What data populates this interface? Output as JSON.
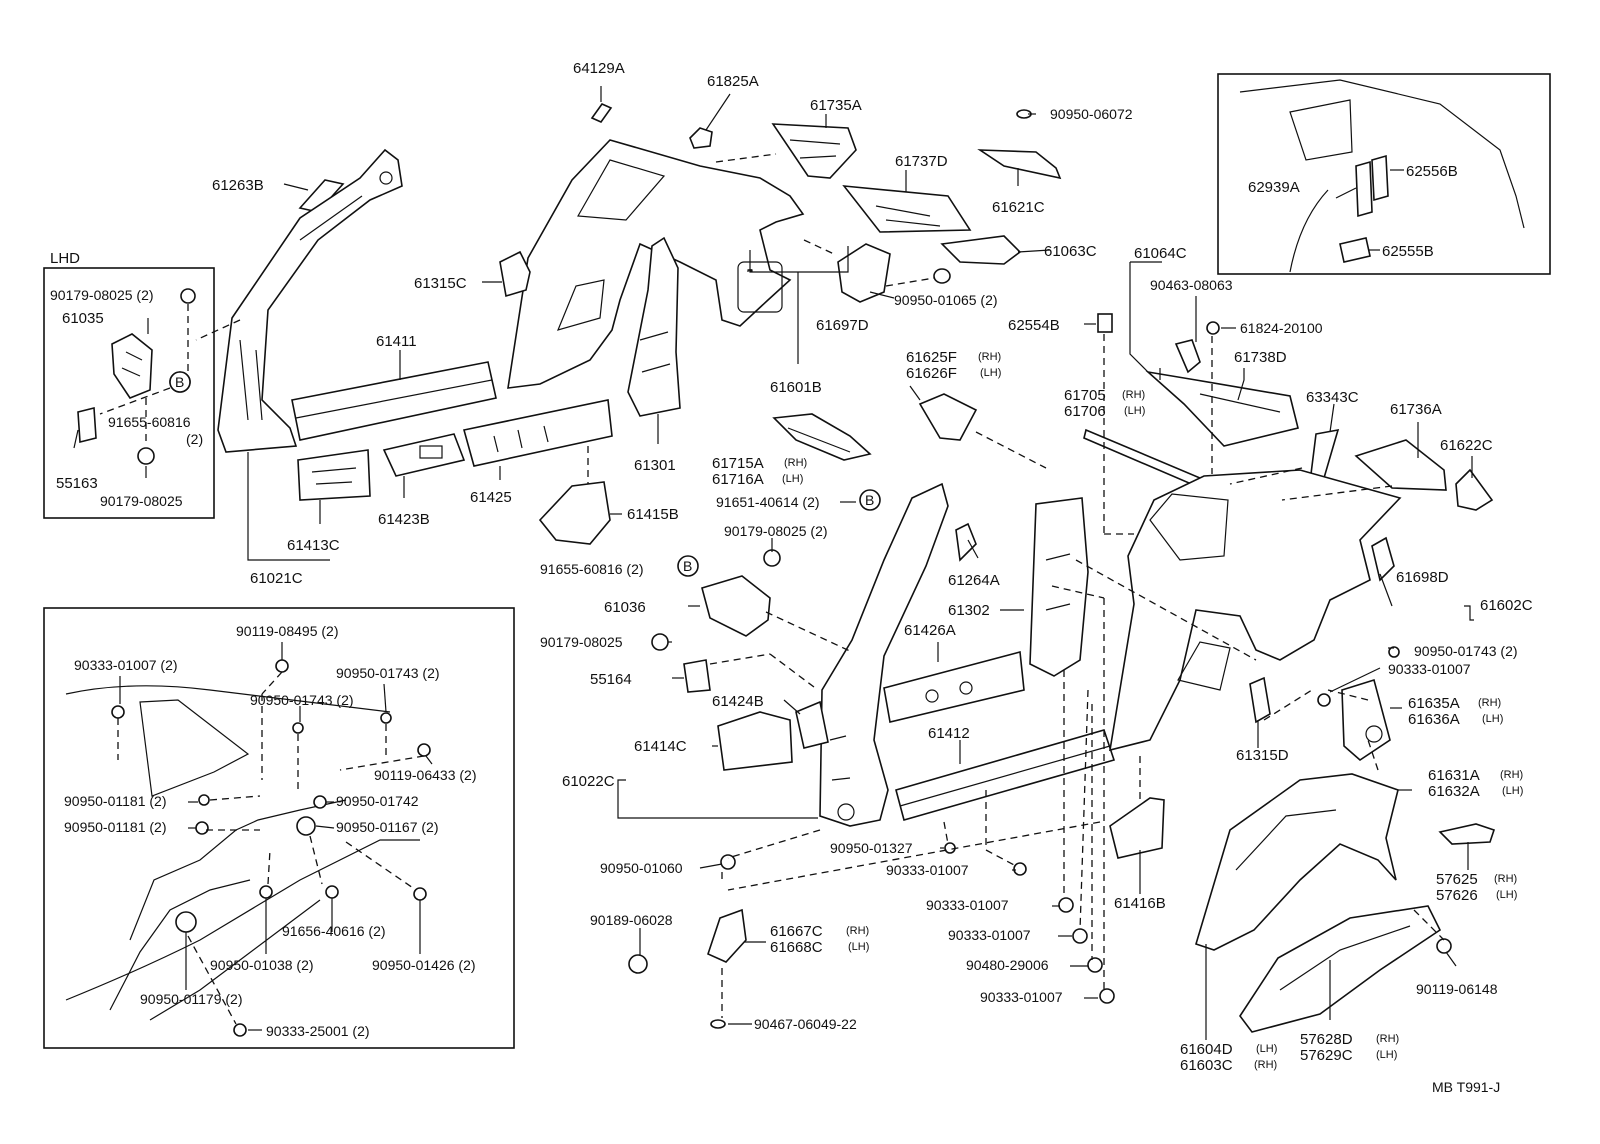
{
  "diagram": {
    "ref_code": "MB T991-J",
    "lhd_label": "LHD",
    "circle_mark": "B",
    "parts": {
      "p64129A": "64129A",
      "p61825A": "61825A",
      "p61735A": "61735A",
      "p61263B": "61263B",
      "p61737D": "61737D",
      "p90950_06072": "90950-06072",
      "p61621C": "61621C",
      "p61063C": "61063C",
      "p61315C": "61315C",
      "p90950_01065": "90950-01065 (2)",
      "p61697D": "61697D",
      "p61411": "61411",
      "p61601B": "61601B",
      "p61301": "61301",
      "p61423B": "61423B",
      "p61425": "61425",
      "p61413C": "61413C",
      "p61021C": "61021C",
      "p61415B": "61415B",
      "p90179_08025_lhd_top": "90179-08025 (2)",
      "p61035": "61035",
      "p91655_60816_lhd": "91655-60816",
      "p91655_60816_lhd_qty": "(2)",
      "p55163": "55163",
      "p90179_08025_lhd_bot": "90179-08025",
      "p61064C": "61064C",
      "p90463_08063": "90463-08063",
      "p62554B": "62554B",
      "p61824_20100": "61824-20100",
      "p61625F": "61625F",
      "p61626F": "61626F",
      "p61738D": "61738D",
      "p61705": "61705",
      "p61706": "61706",
      "p63343C": "63343C",
      "p61736A": "61736A",
      "p61715A": "61715A",
      "p61716A": "61716A",
      "p61622C": "61622C",
      "p91651_40614": "91651-40614 (2)",
      "p90179_08025_mid": "90179-08025 (2)",
      "p91655_60816_mid": "91655-60816 (2)",
      "p61036": "61036",
      "p61264A": "61264A",
      "p61302": "61302",
      "p61698D": "61698D",
      "p61602C": "61602C",
      "p90179_08025_55164": "90179-08025",
      "p61426A": "61426A",
      "p90950_01743_right": "90950-01743 (2)",
      "p90333_01007_right": "90333-01007",
      "p55164": "55164",
      "p61635A": "61635A",
      "p61636A": "61636A",
      "p61424B": "61424B",
      "p61412": "61412",
      "p61414C": "61414C",
      "p61315D": "61315D",
      "p61022C": "61022C",
      "p61631A": "61631A",
      "p61632A": "61632A",
      "p90950_01327": "90950-01327",
      "p90333_01007_a": "90333-01007",
      "p90950_01060": "90950-01060",
      "p61416B": "61416B",
      "p57625": "57625",
      "p57626": "57626",
      "p90333_01007_b": "90333-01007",
      "p90189_06028": "90189-06028",
      "p61667C": "61667C",
      "p61668C": "61668C",
      "p90333_01007_c": "90333-01007",
      "p90480_29006": "90480-29006",
      "p90119_06148": "90119-06148",
      "p90333_01007_d": "90333-01007",
      "p57628D": "57628D",
      "p57629C": "57629C",
      "p90467_06049_22": "90467-06049-22",
      "p61604D": "61604D",
      "p61603C": "61603C",
      "p62939A": "62939A",
      "p62556B": "62556B",
      "p62555B": "62555B",
      "p90119_08495": "90119-08495 (2)",
      "p90333_01007_inset": "90333-01007 (2)",
      "p90950_01743_inset_a": "90950-01743 (2)",
      "p90950_01743_inset_b": "90950-01743 (2)",
      "p90119_06433": "90119-06433 (2)",
      "p90950_01181_a": "90950-01181 (2)",
      "p90950_01742": "90950-01742",
      "p90950_01181_b": "90950-01181 (2)",
      "p90950_01167": "90950-01167 (2)",
      "p91656_40616": "91656-40616 (2)",
      "p90950_01038": "90950-01038 (2)",
      "p90950_01426": "90950-01426 (2)",
      "p90950_01179": "90950-01179 (2)",
      "p90333_25001": "90333-25001 (2)"
    },
    "side_notes": {
      "rh": "(RH)",
      "lh": "(LH)"
    }
  }
}
